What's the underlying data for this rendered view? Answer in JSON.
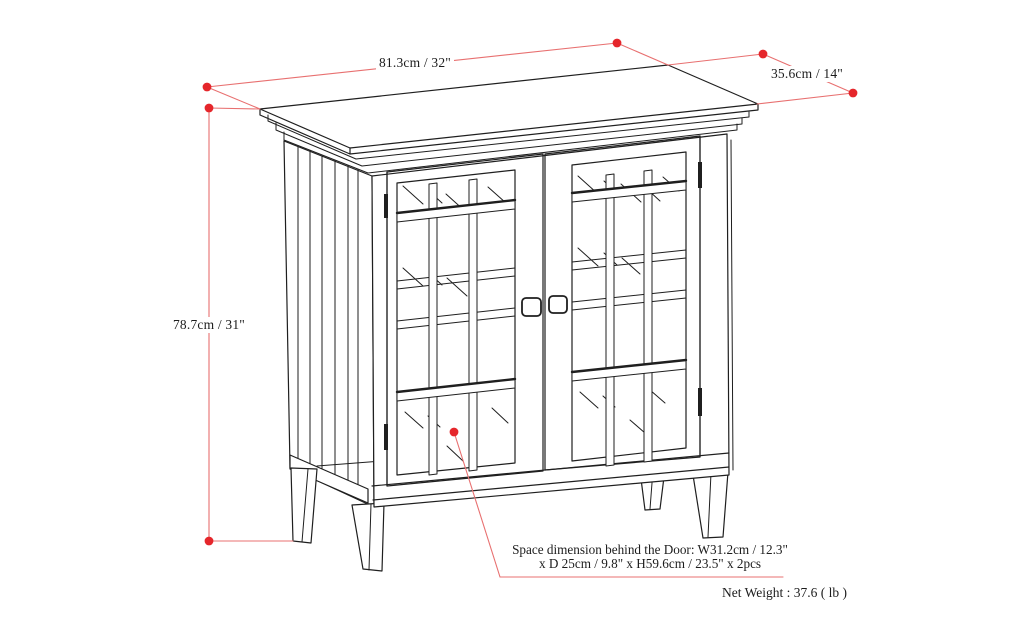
{
  "diagram": {
    "type": "product-dimension-line-drawing",
    "subject": "glass-door storage cabinet",
    "colors": {
      "dimension_red_dot": "#e5262b",
      "dimension_red_line": "#e87070",
      "drawing_line": "#1f1f1f",
      "background": "#ffffff"
    },
    "dimensions": {
      "width": "81.3cm / 32\"",
      "depth": "35.6cm / 14\"",
      "height": "78.7cm / 31\""
    },
    "door_space_note": {
      "line1": "Space dimension behind the Door: W31.2cm / 12.3\"",
      "line2": "x D 25cm / 9.8\" x H59.6cm / 23.5\" x 2pcs"
    },
    "net_weight": "Net Weight : 37.6 ( lb )"
  }
}
